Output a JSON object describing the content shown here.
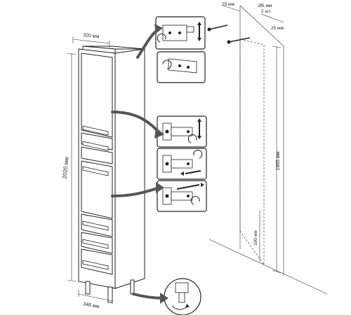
{
  "dimensions": {
    "width": "320 мм",
    "depth": "348 мм",
    "height": "2020 мм",
    "wall_offset_left": "25 мм",
    "wall_offset_right": "25 мм",
    "screw_size": "Ø5 мм",
    "screw_count": "2 шт.",
    "mount_height": "1865 мм",
    "floor_clearance": "100 мм"
  },
  "icons": {
    "hinge": "hinge-adjust-icon",
    "drawer_adjust": "drawer-adjust-icon",
    "foot": "adjustable-foot-icon",
    "screw": "screw-icon"
  }
}
